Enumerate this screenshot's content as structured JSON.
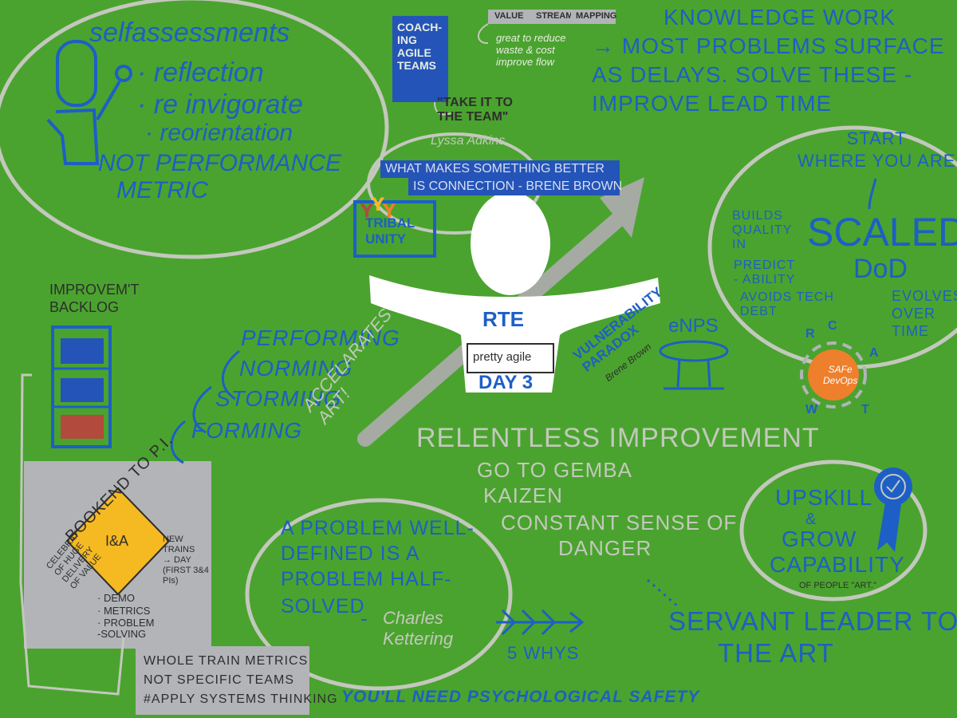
{
  "colors": {
    "background": "#4aa32e",
    "ink_blue": "#1d5fc6",
    "ink_grey": "#c3c8bd",
    "note_grey": "#b2b4b8",
    "accent_yellow": "#f5b921",
    "accent_orange": "#ee7f2d",
    "accent_red": "#b24a3d"
  },
  "self_assessments": {
    "title": "selfassessments",
    "items": [
      "· reflection",
      "· re invigorate",
      "· reorientation"
    ],
    "note_line1": "NOT PERFORMANCE",
    "note_line2": "METRIC"
  },
  "book": {
    "title": "COACH-\nING\nAGILE\nTEAMS"
  },
  "quote_team": {
    "text": "\"TAKE IT TO\nTHE TEAM\"",
    "author": "Lyssa Adkins"
  },
  "vsm": {
    "tags": [
      "VALUE",
      "STREAM",
      "MAPPING"
    ],
    "note": "great to reduce\nwaste & cost\nimprove flow"
  },
  "knowledge_work": {
    "line1": "KNOWLEDGE WORK",
    "line2": "→ MOST PROBLEMS SURFACE",
    "line3": "AS DELAYS. SOLVE THESE -",
    "line4": "IMPROVE LEAD TIME"
  },
  "brene_quote": {
    "line1": "WHAT MAKES SOMETHING BETTER",
    "line2": "IS CONNECTION - BRENE BROWN"
  },
  "tribal": {
    "text": "TRIBAL\nUNITY"
  },
  "figure": {
    "label": "RTE",
    "logo_text": "pretty agile",
    "day": "DAY 3"
  },
  "scaled": {
    "start": "START\nWHERE YOU ARE",
    "items": [
      "BUILDS\nQUALITY\nIN",
      "PREDICT\n- ABILITY",
      "AVOIDS TECH\nDEBT"
    ],
    "title": "SCALED",
    "dod": "DoD",
    "evolves": "EVOLVES\nOVER\nTIME",
    "ring_letters": [
      "R",
      "C",
      "A",
      "W",
      "T"
    ],
    "safe_label": "SAFe\nDevOps"
  },
  "backlog": {
    "title": "IMPROVEM'T\nBACKLOG"
  },
  "stages": {
    "items": [
      "PERFORMING",
      "NORMING",
      "STORMING",
      "FORMING"
    ],
    "note": "ACCELARATES\nART!"
  },
  "vulnerability": {
    "text": "VULNERABILITY\nPARADOX",
    "author": "Brene Brown"
  },
  "nps": {
    "label": "eNPS"
  },
  "relentless": {
    "title": "RELENTLESS  IMPROVEMENT",
    "line1": "GO TO GEMBA",
    "line2": "KAIZEN",
    "line3": "CONSTANT SENSE OF",
    "line4": "DANGER"
  },
  "bookend": {
    "title": "BOOKEND  TO  P.I.",
    "diamond_label": "I&A",
    "left_note": "CELEBRAT'\nOF HUGE\nDELIVERY\nOF VALUE",
    "right_note": "NEW\nTRAINS\n→ DAY\n(FIRST 3&4\nPIs)",
    "list": [
      "· DEMO",
      "· METRICS",
      "· PROBLEM\n  -SOLVING"
    ]
  },
  "whole_train": {
    "line1": "WHOLE TRAIN METRICS",
    "line2": "NOT SPECIFIC TEAMS",
    "line3": "#APPLY SYSTEMS THINKING"
  },
  "problem": {
    "line1": "A PROBLEM WELL-",
    "line2": "DEFINED IS A",
    "line3": "PROBLEM HALF-",
    "line4": "SOLVED",
    "dash": "-",
    "author": "Charles\nKettering"
  },
  "whys": {
    "label": "5 WHYS"
  },
  "psych": {
    "text": "YOU'LL NEED PSYCHOLOGICAL SAFETY"
  },
  "upskill": {
    "line1": "UPSKILL",
    "line2": "&",
    "line3": "GROW",
    "line4": "CAPABILITY",
    "sub": "OF PEOPLE \"ART.\""
  },
  "servant": {
    "line1": "SERVANT LEADER TO",
    "line2": "THE ART"
  }
}
